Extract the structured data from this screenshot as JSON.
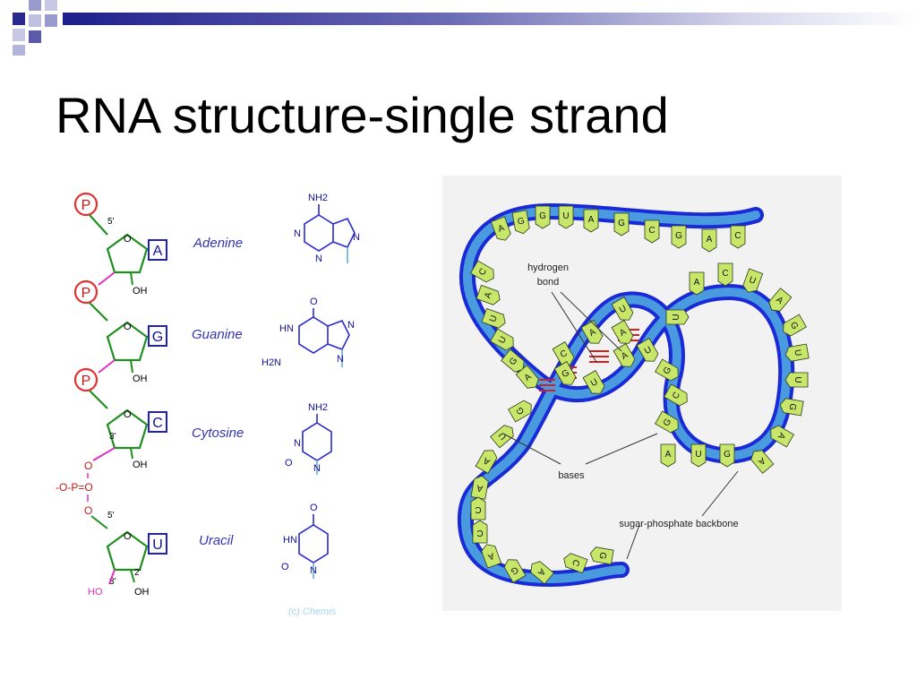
{
  "slide": {
    "title": "RNA structure-single strand"
  },
  "nucleotide_chain": {
    "nucleotides": [
      {
        "base_letter": "A",
        "base_name": "Adenine"
      },
      {
        "base_letter": "G",
        "base_name": "Guanine"
      },
      {
        "base_letter": "C",
        "base_name": "Cytosine"
      },
      {
        "base_letter": "U",
        "base_name": "Uracil"
      }
    ],
    "phosphate_label": "P",
    "prime5": "5'",
    "prime3": "3'",
    "prime2": "2'",
    "oh": "OH",
    "ho": "HO",
    "phosphodiester_o_top": "O",
    "phosphodiester_mid": "-O-P=O",
    "phosphodiester_o_bottom": "O",
    "ring_o": "O",
    "credit": "(c) Chemis"
  },
  "base_structures": {
    "adenine": {
      "nh2": "NH2",
      "n": "N"
    },
    "guanine": {
      "o": "O",
      "hn": "HN",
      "h2n": "H2N",
      "n": "N"
    },
    "cytosine": {
      "nh2": "NH2",
      "o": "O",
      "n": "N"
    },
    "uracil": {
      "o": "O",
      "hn": "HN",
      "n": "N"
    }
  },
  "rna_diagram": {
    "labels": {
      "hydrogen_bond_line1": "hydrogen",
      "hydrogen_bond_line2": "bond",
      "bases": "bases",
      "backbone": "sugar-phosphate backbone"
    },
    "colors": {
      "backbone_dark": "#1a2ad6",
      "backbone_light": "#4a9ae0",
      "base_fill": "#c8e66a",
      "hbond": "#d81e1e",
      "background": "#f2f2f2"
    },
    "bases_top": [
      "A",
      "G",
      "G",
      "U",
      "A",
      "G",
      "C",
      "G",
      "A",
      "C"
    ],
    "bases_left_outer": [
      "C",
      "A",
      "U",
      "U",
      "G",
      "A"
    ],
    "bases_stem_left": [
      "A",
      "C",
      "G",
      "U"
    ],
    "bases_stem_right": [
      "U",
      "A",
      "A",
      "U"
    ],
    "bases_right_loop": [
      "A",
      "C",
      "U",
      "A",
      "G",
      "U",
      "U",
      "G",
      "A",
      "A"
    ],
    "bases_inner": [
      "U",
      "G",
      "C",
      "G",
      "A",
      "U",
      "G"
    ],
    "bases_bottom": [
      "G",
      "U",
      "A",
      "A",
      "C",
      "C",
      "A",
      "G",
      "A",
      "C",
      "G"
    ]
  }
}
